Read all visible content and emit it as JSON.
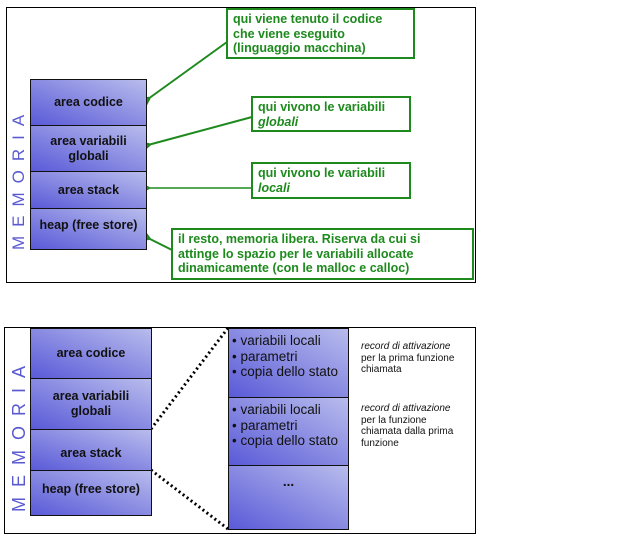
{
  "top": {
    "memory_label": "MEMORIA",
    "cells": [
      "area codice",
      "area variabili globali",
      "area stack",
      "heap (free store)"
    ],
    "notes": [
      {
        "lines": [
          "qui viene tenuto il codice",
          "che viene eseguito",
          "(linguaggio macchina)"
        ]
      },
      {
        "line1": "qui vivono le variabili",
        "italic": "globali"
      },
      {
        "line1": "qui vivono le variabili",
        "italic": "locali"
      },
      {
        "lines": [
          "il resto, memoria libera. Riserva da cui si",
          "attinge lo spazio per le variabili allocate",
          "dinamicamente (con le malloc e calloc)"
        ]
      }
    ]
  },
  "bottom": {
    "memory_label": "MEMORIA",
    "cells": [
      "area codice",
      "area variabili globali",
      "area stack",
      "heap (free store)"
    ],
    "records": [
      {
        "items": [
          "variabili locali",
          "parametri",
          "copia dello stato"
        ]
      },
      {
        "items": [
          "variabili locali",
          "parametri",
          "copia dello stato"
        ]
      },
      {
        "label": "..."
      }
    ],
    "notes": [
      {
        "italic": "record di attivazione",
        "text": [
          "per la prima funzione",
          "chiamata"
        ]
      },
      {
        "italic": "record di attivazione",
        "text": [
          "per la funzione",
          "chiamata dalla prima",
          "funzione"
        ]
      }
    ]
  },
  "colors": {
    "green": "#1e8a1e",
    "memory_label": "#5a5ad0"
  }
}
